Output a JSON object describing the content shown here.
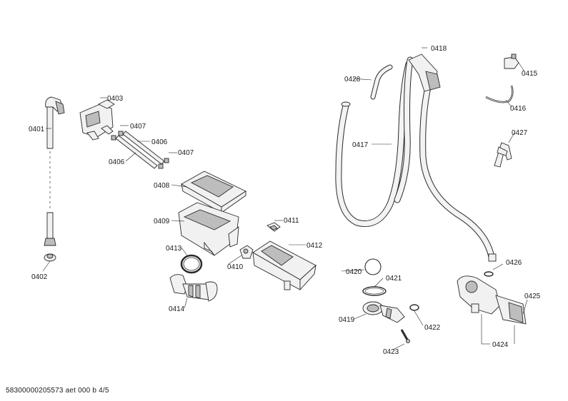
{
  "parts": {
    "p0401": "0401",
    "p0402": "0402",
    "p0403": "0403",
    "p0406a": "0406",
    "p0406b": "0406",
    "p0407a": "0407",
    "p0407b": "0407",
    "p0408": "0408",
    "p0409": "0409",
    "p0410": "0410",
    "p0411": "0411",
    "p0412": "0412",
    "p0413": "0413",
    "p0414": "0414",
    "p0415": "0415",
    "p0416": "0416",
    "p0417": "0417",
    "p0418": "0418",
    "p0419": "0419",
    "p0420": "0420",
    "p0421": "0421",
    "p0422": "0422",
    "p0423": "0423",
    "p0424": "0424",
    "p0425": "0425",
    "p0426": "0426",
    "p0427": "0427",
    "p0428": "0428"
  },
  "footer": "58300000205573 aet 000 b 4/5"
}
